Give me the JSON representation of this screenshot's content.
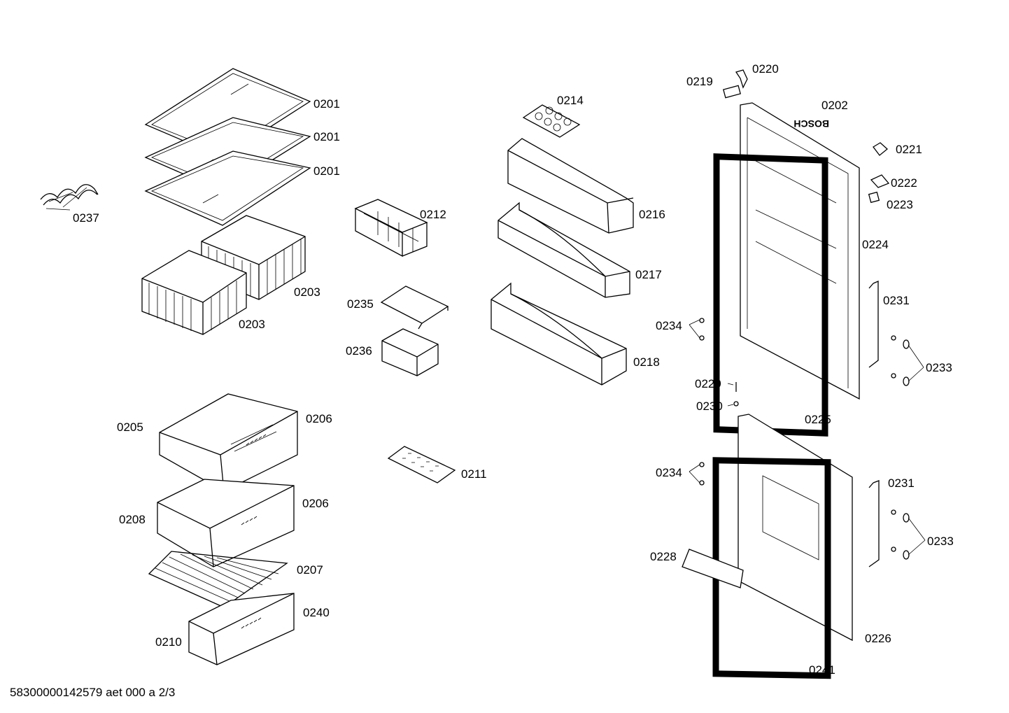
{
  "drawing": {
    "brand_mark": "BOSCH",
    "footer": "58300000142579 aet 000 a 2/3"
  },
  "parts": {
    "p0201a": "0201",
    "p0201b": "0201",
    "p0201c": "0201",
    "p0237": "0237",
    "p0203a": "0203",
    "p0203b": "0203",
    "p0212": "0212",
    "p0235": "0235",
    "p0236": "0236",
    "p0214": "0214",
    "p0216": "0216",
    "p0217": "0217",
    "p0218": "0218",
    "p0205": "0205",
    "p0206a": "0206",
    "p0208": "0208",
    "p0206b": "0206",
    "p0207": "0207",
    "p0240": "0240",
    "p0210": "0210",
    "p0211": "0211",
    "p0219": "0219",
    "p0220": "0220",
    "p0202": "0202",
    "p0221": "0221",
    "p0222": "0222",
    "p0223": "0223",
    "p0224": "0224",
    "p0231a": "0231",
    "p0234a": "0234",
    "p0233a": "0233",
    "p0229": "0229",
    "p0230": "0230",
    "p0225": "0225",
    "p0234b": "0234",
    "p0231b": "0231",
    "p0233b": "0233",
    "p0228": "0228",
    "p0226": "0226",
    "p0241": "0241"
  }
}
